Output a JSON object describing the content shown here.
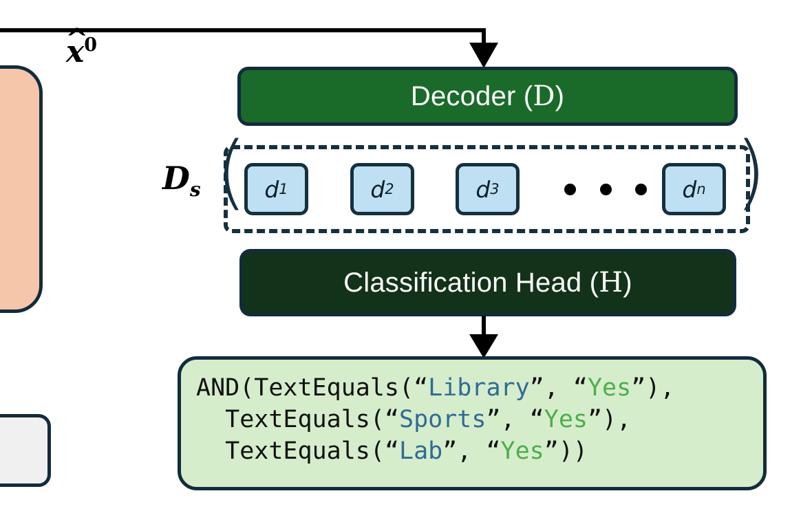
{
  "diagram": {
    "title_label": "x-hat-0",
    "xhat": {
      "base": "x",
      "hat": "^",
      "superscript": "0"
    },
    "ds_label": {
      "base": "D",
      "subscript": "s"
    },
    "decoder": {
      "label": "Decoder (",
      "symbol": "D",
      "close": " )"
    },
    "head": {
      "label": "Classification Head (",
      "symbol": "H",
      "close": " )"
    },
    "tokens": [
      {
        "base": "d",
        "subscript": "1"
      },
      {
        "base": "d",
        "subscript": "2"
      },
      {
        "base": "d",
        "subscript": "3"
      },
      {
        "base": "d",
        "subscript": "n"
      }
    ],
    "ellipsis_dots": 3,
    "output": {
      "lines": [
        {
          "segments": [
            {
              "text": "AND(TextEquals(",
              "kind": "plain"
            },
            {
              "text": "“",
              "kind": "quote"
            },
            {
              "text": "Library",
              "kind": "field"
            },
            {
              "text": "”, ",
              "kind": "quote"
            },
            {
              "text": "“",
              "kind": "quote"
            },
            {
              "text": "Yes",
              "kind": "value"
            },
            {
              "text": "”),",
              "kind": "quote"
            }
          ]
        },
        {
          "segments": [
            {
              "text": "  TextEquals(",
              "kind": "plain"
            },
            {
              "text": "“",
              "kind": "quote"
            },
            {
              "text": "Sports",
              "kind": "field"
            },
            {
              "text": "”, ",
              "kind": "quote"
            },
            {
              "text": "“",
              "kind": "quote"
            },
            {
              "text": "Yes",
              "kind": "value"
            },
            {
              "text": "”),",
              "kind": "quote"
            }
          ]
        },
        {
          "segments": [
            {
              "text": "  TextEquals(",
              "kind": "plain"
            },
            {
              "text": "“",
              "kind": "quote"
            },
            {
              "text": "Lab",
              "kind": "field"
            },
            {
              "text": "”, ",
              "kind": "quote"
            },
            {
              "text": "“",
              "kind": "quote"
            },
            {
              "text": "Yes",
              "kind": "value"
            },
            {
              "text": "”))",
              "kind": "quote"
            }
          ]
        }
      ]
    },
    "colors": {
      "decoder_fill": "#1A6B2A",
      "head_fill": "#123219",
      "token_fill": "#BFE0F2",
      "outline": "#122C3D",
      "dashed_outline": "#15303F",
      "output_fill": "#D6EDCB",
      "salmon_fill": "#F6C6AB",
      "gray_fill": "#F0F0F0",
      "field_text": "#2E6B97",
      "value_text": "#4CAE4C"
    }
  }
}
